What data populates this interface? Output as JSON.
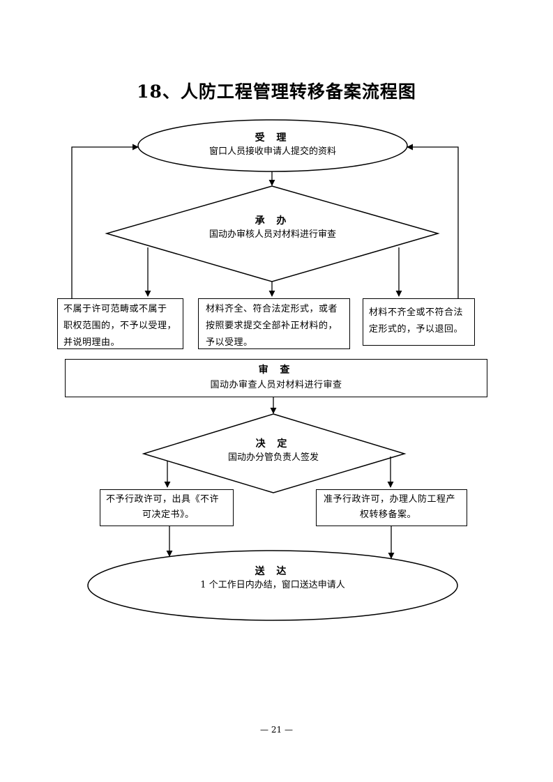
{
  "title": "18、人防工程管理转移备案流程图",
  "page_number": "— 21 —",
  "nodes": {
    "accept": {
      "heading": "受 理",
      "text": "窗口人员接收申请人提交的资料"
    },
    "undertake": {
      "heading": "承 办",
      "text": "国动办审核人员对材料进行审查"
    },
    "reject_box": {
      "line1": "不属于许可范畴或不属于",
      "line2": "职权范围的，不予以受理，",
      "line3": "并说明理由。"
    },
    "accept_box": {
      "line1": "材料齐全、符合法定形式，或者",
      "line2": "按照要求提交全部补正材料的，",
      "line3": "予以受理。"
    },
    "return_box": {
      "line1": "材料不齐全或不符合法",
      "line2": "定形式的，予以退回。"
    },
    "review": {
      "heading": "审 查",
      "text": "国动办审查人员对材料进行审查"
    },
    "decide": {
      "heading": "决 定",
      "text": "国动办分管负责人签发"
    },
    "deny_box": {
      "line1": "不予行政许可，出具《不许",
      "line2": "可决定书》。"
    },
    "approve_box": {
      "line1": "准予行政许可，办理人防工程产",
      "line2": "权转移备案。"
    },
    "deliver": {
      "heading": "送 达",
      "text": "1 个工作日内办结，窗口送达申请人"
    }
  }
}
